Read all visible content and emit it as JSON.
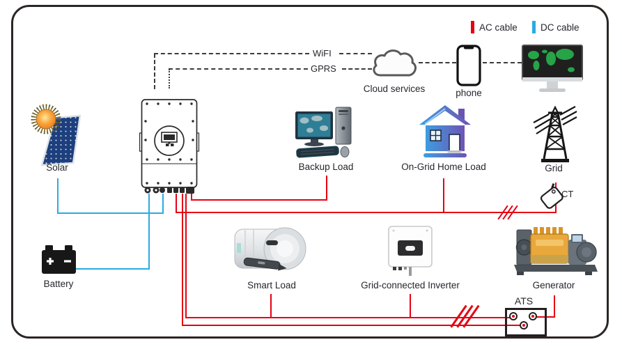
{
  "legend": {
    "ac_label": "AC cable",
    "dc_label": "DC cable",
    "ac_color": "#e60012",
    "dc_color": "#29abe2"
  },
  "comm": {
    "wifi": "WiFI",
    "gprs": "GPRS",
    "cloud": "Cloud services",
    "phone": "phone"
  },
  "nodes": {
    "solar": "Solar",
    "battery": "Battery",
    "backup_load": "Backup Load",
    "home_load": "On-Grid Home Load",
    "grid": "Grid",
    "ct": "CT",
    "smart_load": "Smart Load",
    "gc_inverter": "Grid-connected Inverter",
    "generator": "Generator",
    "ats": "ATS"
  },
  "icons": {
    "solar": "sun-and-solar-panel-icon",
    "battery": "battery-icon",
    "inverter": "hybrid-inverter-icon",
    "cloud": "cloud-icon",
    "phone": "smartphone-icon",
    "monitor": "monitoring-screen-icon",
    "backup_load": "desktop-computer-icon",
    "home_load": "house-icon",
    "grid": "transmission-tower-icon",
    "ct": "current-transformer-icon",
    "smart_load": "water-heater-icon",
    "gc_inverter": "string-inverter-icon",
    "generator": "diesel-generator-icon"
  }
}
